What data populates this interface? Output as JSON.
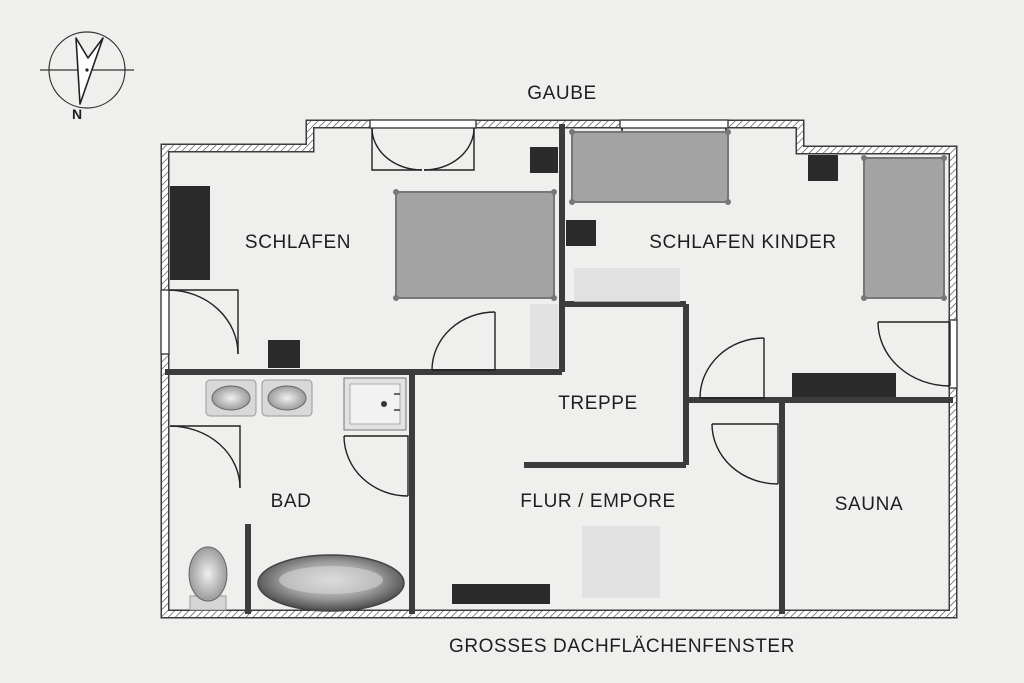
{
  "labels": {
    "north": "N",
    "dormer": "GAUBE",
    "skylight": "GROSSES DACHFLÄCHENFENSTER",
    "bedroom": "SCHLAFEN",
    "kids_bedroom": "SCHLAFEN KINDER",
    "stairs": "TREPPE",
    "bathroom": "BAD",
    "hallway": "FLUR / EMPORE",
    "sauna": "SAUNA"
  },
  "colors": {
    "background": "#efefed",
    "wall": "#3c3c3c",
    "furniture_dark": "#2b2b2b",
    "bed_fill": "#a3a3a3",
    "fixture": "#c9c9c9"
  }
}
